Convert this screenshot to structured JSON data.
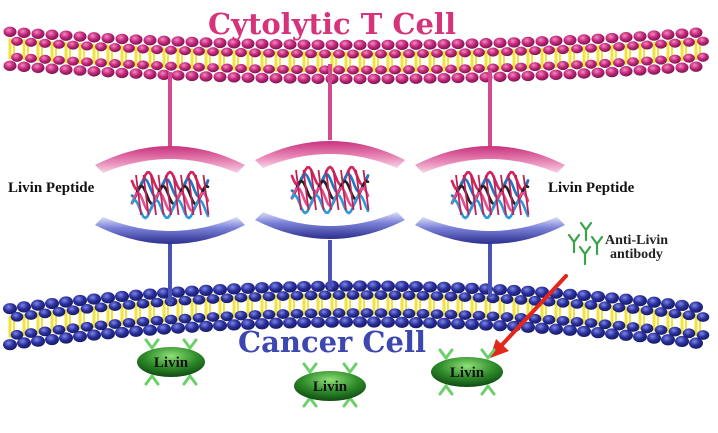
{
  "labels": {
    "top_cell": "Cytolytic T Cell",
    "bottom_cell": "Cancer Cell",
    "peptide_left": "Livin Peptide",
    "peptide_right": "Livin Peptide",
    "antibody_line1": "Anti-Livin",
    "antibody_line2": "antibody",
    "livin": [
      "Livin",
      "Livin",
      "Livin"
    ]
  },
  "colors": {
    "top_title": "#d6337a",
    "bottom_title": "#3c47b0",
    "t_cell_beads": "#c2277a",
    "cancer_beads": "#2a2f9a",
    "lipid_tails": "#f2e23a",
    "receptor_pink": "#e06aa6",
    "mhc_blue": "#5a60c4",
    "livin_green": "#2f8c2a",
    "antibody_green": "#3aa34a",
    "arrow_red": "#e4261c"
  },
  "icons": [
    "membrane-bilayer",
    "tcr-complex-icon",
    "peptide-helix-icon",
    "livin-protein-icon",
    "antibody-icon",
    "arrow-icon"
  ]
}
